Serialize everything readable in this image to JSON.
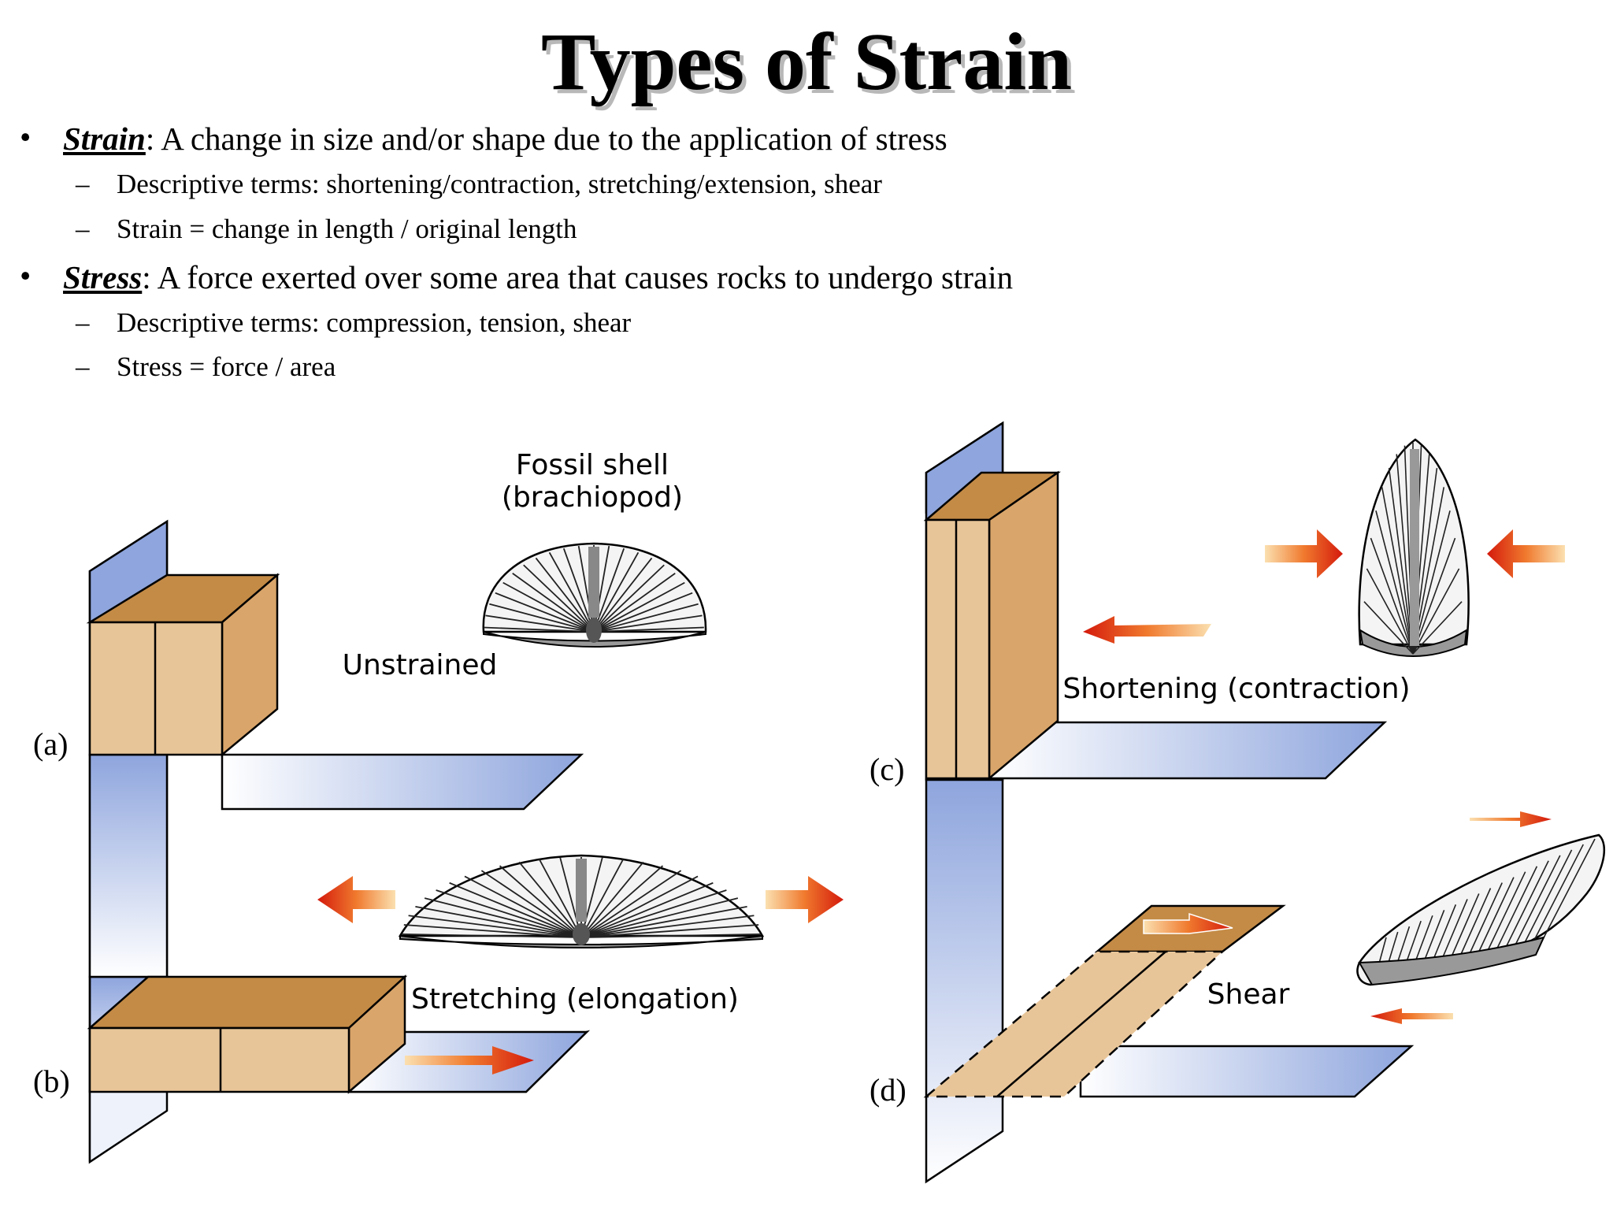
{
  "title": "Types of Strain",
  "bullets": [
    {
      "term": "Strain",
      "text": ": A change in size and/or shape due to the application of stress",
      "sub": [
        "Descriptive terms: shortening/contraction, stretching/extension, shear",
        "Strain = change in length / original length"
      ]
    },
    {
      "term": "Stress",
      "text": ": A force exerted over some area that causes rocks to undergo strain",
      "sub": [
        "Descriptive terms: compression, tension, shear",
        "Stress = force / area"
      ]
    }
  ],
  "bullet_glyph": "•",
  "dash_glyph": "–",
  "diagram": {
    "fossil_label_1": "Fossil shell",
    "fossil_label_2": "(brachiopod)",
    "unstrained": "Unstrained",
    "stretching": "Stretching (elongation)",
    "shortening": "Shortening (contraction)",
    "shear": "Shear",
    "panel_a": "(a)",
    "panel_b": "(b)",
    "panel_c": "(c)",
    "panel_d": "(d)"
  },
  "colors": {
    "block_face": "#e8c598",
    "block_top": "#c48b46",
    "block_side": "#d9a56a",
    "wall": "#8fa6dc",
    "arrow_dark": "#d42a10",
    "arrow_light": "#f5a05a"
  }
}
